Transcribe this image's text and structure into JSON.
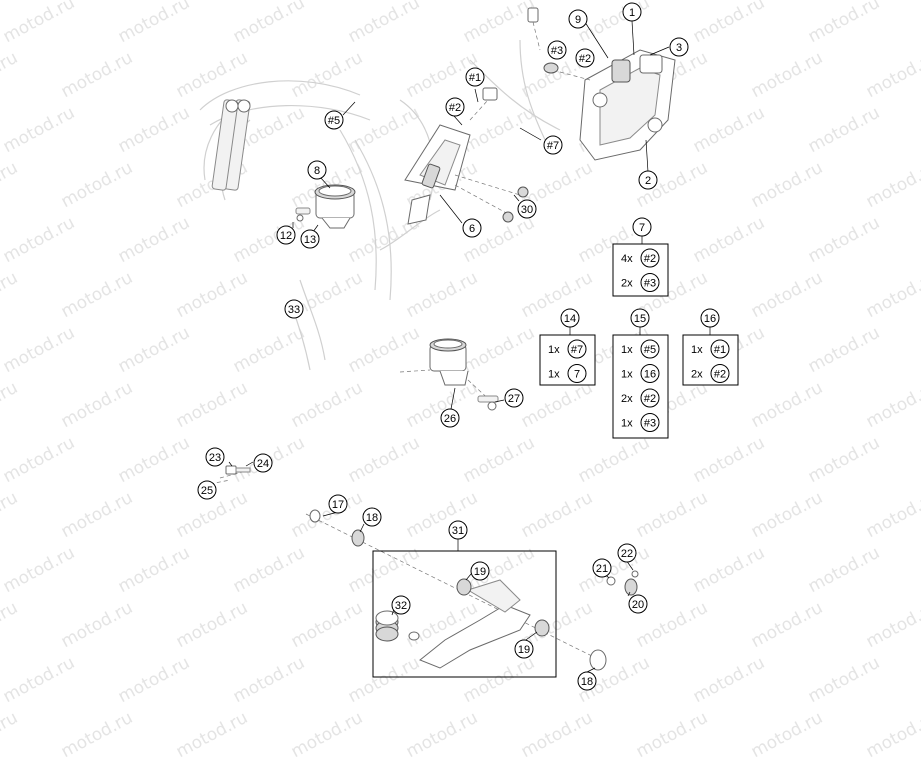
{
  "watermark": {
    "text": "motod.ru"
  },
  "callouts": [
    {
      "id": "c1",
      "label": "1"
    },
    {
      "id": "c2",
      "label": "2"
    },
    {
      "id": "c3",
      "label": "3"
    },
    {
      "id": "c6",
      "label": "6"
    },
    {
      "id": "c7",
      "label": "7"
    },
    {
      "id": "c8",
      "label": "8"
    },
    {
      "id": "c9",
      "label": "9"
    },
    {
      "id": "c12",
      "label": "12"
    },
    {
      "id": "c13",
      "label": "13"
    },
    {
      "id": "c14",
      "label": "14"
    },
    {
      "id": "c15",
      "label": "15"
    },
    {
      "id": "c16",
      "label": "16"
    },
    {
      "id": "c17",
      "label": "17"
    },
    {
      "id": "c18a",
      "label": "18"
    },
    {
      "id": "c18b",
      "label": "18"
    },
    {
      "id": "c19a",
      "label": "19"
    },
    {
      "id": "c19b",
      "label": "19"
    },
    {
      "id": "c20",
      "label": "20"
    },
    {
      "id": "c21",
      "label": "21"
    },
    {
      "id": "c22",
      "label": "22"
    },
    {
      "id": "c23",
      "label": "23"
    },
    {
      "id": "c24",
      "label": "24"
    },
    {
      "id": "c25",
      "label": "25"
    },
    {
      "id": "c26",
      "label": "26"
    },
    {
      "id": "c27",
      "label": "27"
    },
    {
      "id": "c30",
      "label": "30"
    },
    {
      "id": "c31",
      "label": "31"
    },
    {
      "id": "c32",
      "label": "32"
    },
    {
      "id": "c33",
      "label": "33"
    },
    {
      "id": "h1",
      "label": "#1"
    },
    {
      "id": "h2a",
      "label": "#2"
    },
    {
      "id": "h2b",
      "label": "#2"
    },
    {
      "id": "h3",
      "label": "#3"
    },
    {
      "id": "h5",
      "label": "#5"
    },
    {
      "id": "h7",
      "label": "#7"
    }
  ],
  "kits": [
    {
      "id": "kit7",
      "label": "7",
      "rows": [
        {
          "qty": "4x",
          "part": "#2"
        },
        {
          "qty": "2x",
          "part": "#3"
        }
      ]
    },
    {
      "id": "kit14",
      "label": "14",
      "rows": [
        {
          "qty": "1x",
          "part": "#7"
        },
        {
          "qty": "1x",
          "part": "7"
        }
      ]
    },
    {
      "id": "kit15",
      "label": "15",
      "rows": [
        {
          "qty": "1x",
          "part": "#5"
        },
        {
          "qty": "1x",
          "part": "16"
        },
        {
          "qty": "2x",
          "part": "#2"
        },
        {
          "qty": "1x",
          "part": "#3"
        }
      ]
    },
    {
      "id": "kit16",
      "label": "16",
      "rows": [
        {
          "qty": "1x",
          "part": "#1"
        },
        {
          "qty": "2x",
          "part": "#2"
        }
      ]
    }
  ]
}
